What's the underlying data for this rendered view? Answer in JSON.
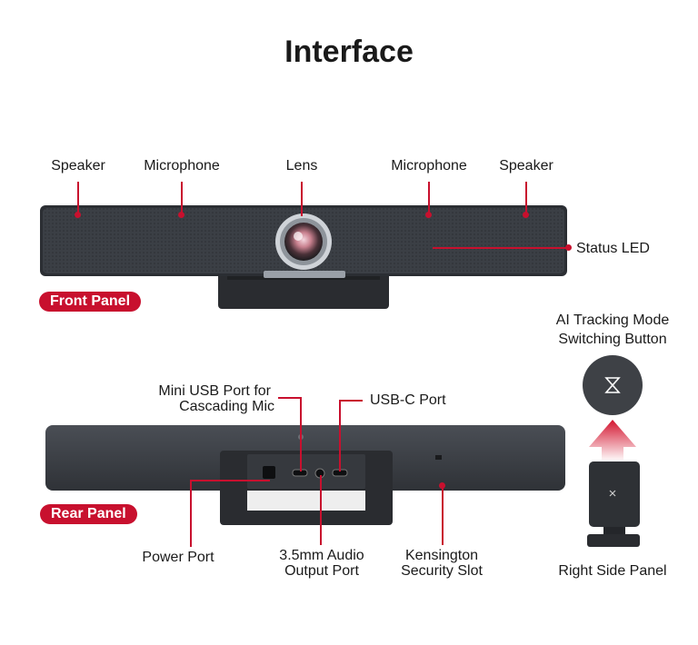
{
  "title": "Interface",
  "front_panel": {
    "badge": "Front Panel",
    "labels": {
      "speaker_left": "Speaker",
      "microphone_left": "Microphone",
      "lens": "Lens",
      "microphone_right": "Microphone",
      "speaker_right": "Speaker",
      "status_led": "Status LED"
    }
  },
  "rear_panel": {
    "badge": "Rear Panel",
    "labels": {
      "mini_usb_line1": "Mini USB Port for",
      "mini_usb_line2": "Cascading Mic",
      "usb_c": "USB-C Port",
      "power": "Power Port",
      "audio_line1": "3.5mm Audio",
      "audio_line2": "Output Port",
      "kensington_line1": "Kensington",
      "kensington_line2": "Security Slot"
    }
  },
  "side_panel": {
    "button_line1": "AI Tracking Mode",
    "button_line2": "Switching Button",
    "caption": "Right Side Panel"
  },
  "colors": {
    "accent": "#c8102e",
    "device_body": "#3a3d42",
    "device_dark": "#222427"
  }
}
